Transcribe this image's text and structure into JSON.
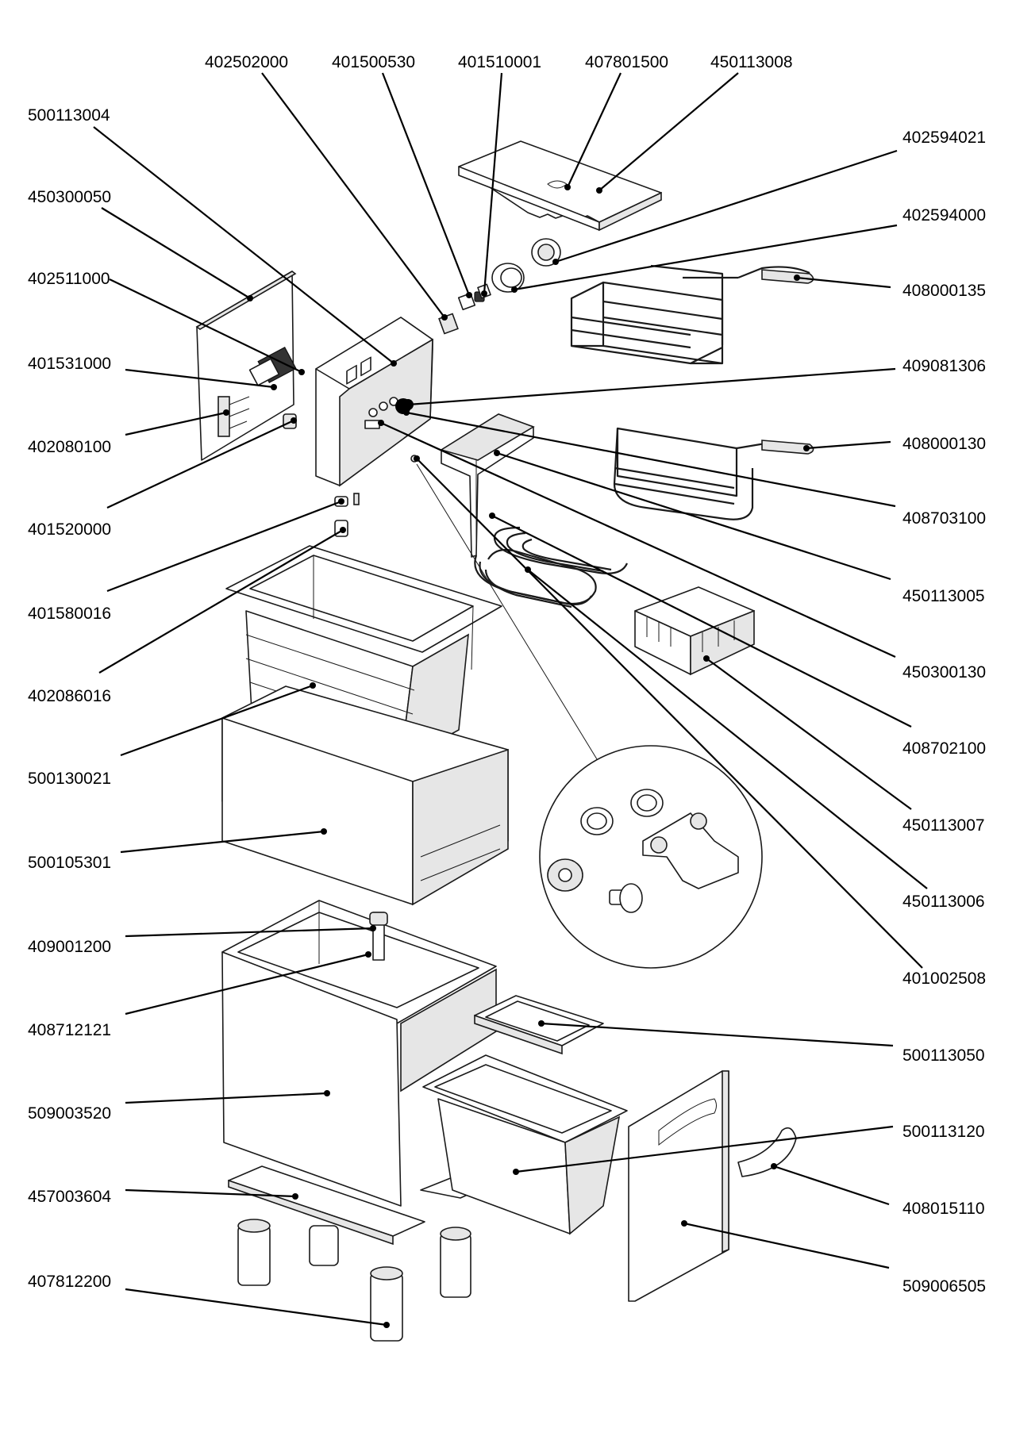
{
  "callouts": [
    {
      "id": "c01",
      "label": "402502000"
    },
    {
      "id": "c02",
      "label": "401500530"
    },
    {
      "id": "c03",
      "label": "401510001"
    },
    {
      "id": "c04",
      "label": "407801500"
    },
    {
      "id": "c05",
      "label": "450113008"
    },
    {
      "id": "c06",
      "label": "500113004"
    },
    {
      "id": "c07",
      "label": "450300050"
    },
    {
      "id": "c08",
      "label": "402511000"
    },
    {
      "id": "c09",
      "label": "401531000"
    },
    {
      "id": "c10",
      "label": "402080100"
    },
    {
      "id": "c11",
      "label": "401520000"
    },
    {
      "id": "c12",
      "label": "401580016"
    },
    {
      "id": "c13",
      "label": "402086016"
    },
    {
      "id": "c14",
      "label": "500130021"
    },
    {
      "id": "c15",
      "label": "500105301"
    },
    {
      "id": "c16",
      "label": "409001200"
    },
    {
      "id": "c17",
      "label": "408712121"
    },
    {
      "id": "c18",
      "label": "509003520"
    },
    {
      "id": "c19",
      "label": "457003604"
    },
    {
      "id": "c20",
      "label": "407812200"
    },
    {
      "id": "c21",
      "label": "402594021"
    },
    {
      "id": "c22",
      "label": "402594000"
    },
    {
      "id": "c23",
      "label": "408000135"
    },
    {
      "id": "c24",
      "label": "409081306"
    },
    {
      "id": "c25",
      "label": "408000130"
    },
    {
      "id": "c26",
      "label": "408703100"
    },
    {
      "id": "c27",
      "label": "450113005"
    },
    {
      "id": "c28",
      "label": "450300130"
    },
    {
      "id": "c29",
      "label": "408702100"
    },
    {
      "id": "c30",
      "label": "450113007"
    },
    {
      "id": "c31",
      "label": "450113006"
    },
    {
      "id": "c32",
      "label": "401002508"
    },
    {
      "id": "c33",
      "label": "500113050"
    },
    {
      "id": "c34",
      "label": "500113120"
    },
    {
      "id": "c35",
      "label": "408015110"
    },
    {
      "id": "c36",
      "label": "509006505"
    }
  ]
}
